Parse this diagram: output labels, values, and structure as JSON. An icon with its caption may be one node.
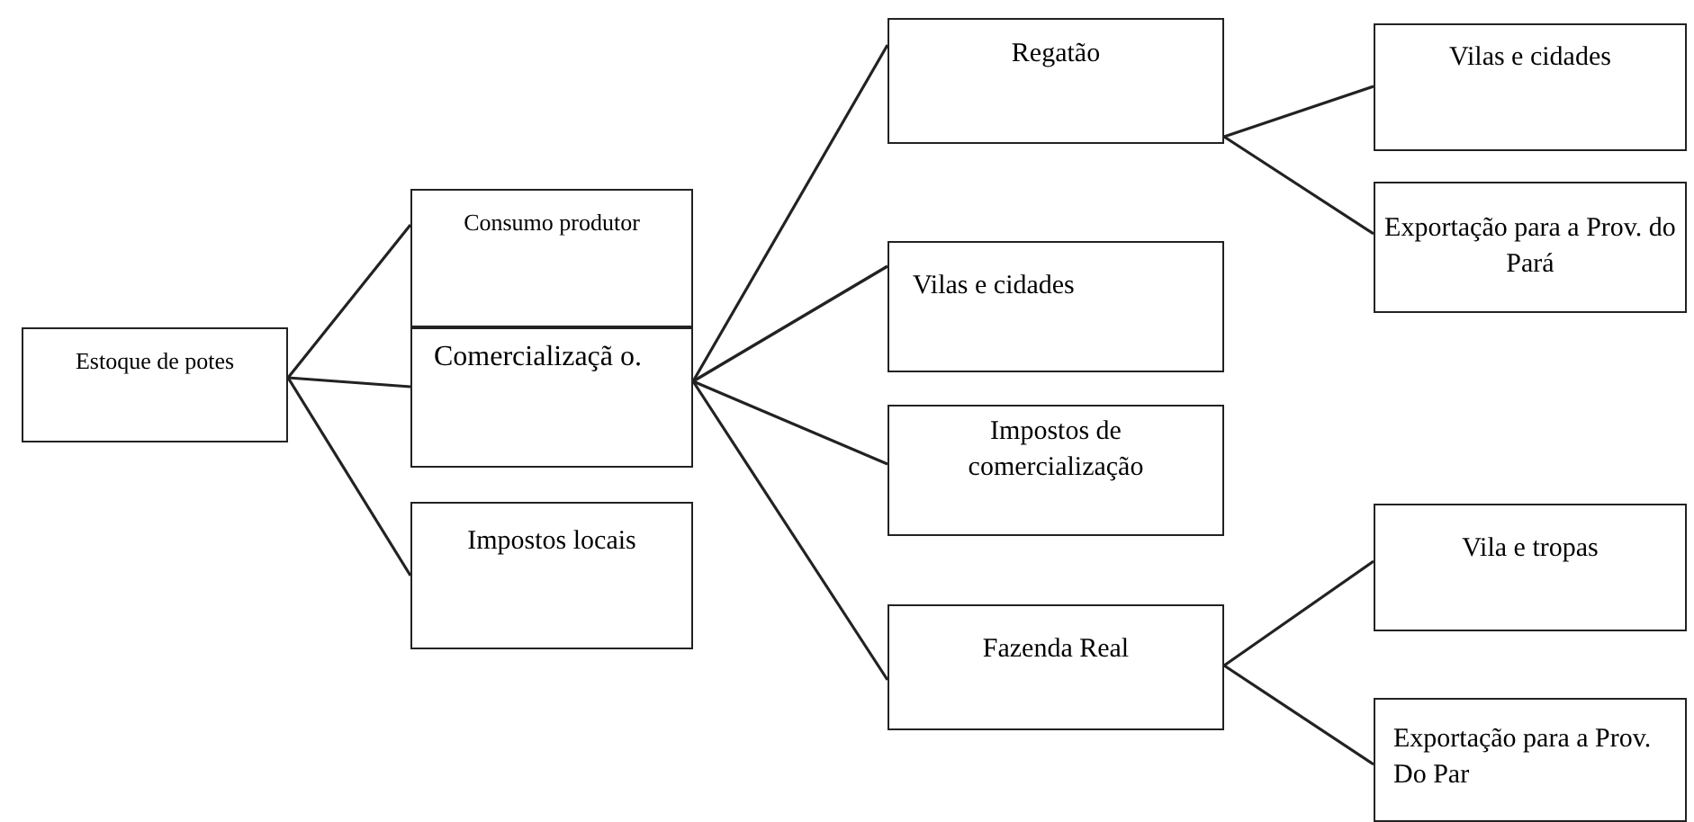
{
  "diagram": {
    "nodes": [
      {
        "text": [
          "Estoque de potes"
        ]
      },
      {
        "text": [
          "Consumo produtor"
        ]
      },
      {
        "text": [
          "Comercializaçã o."
        ]
      },
      {
        "text": [
          "Impostos locais"
        ]
      },
      {
        "text": [
          "Regatão"
        ]
      },
      {
        "text": [
          "Vilas e cidades"
        ]
      },
      {
        "text": [
          "Impostos de comercialização"
        ]
      },
      {
        "text": [
          "Fazenda Real"
        ]
      },
      {
        "text": [
          "Vilas e cidades"
        ]
      },
      {
        "text": [
          "Exportação para a Prov. do Pará"
        ]
      },
      {
        "text": [
          "Vila e tropas"
        ]
      },
      {
        "text": [
          "Exportação para a Prov. Do Par"
        ]
      }
    ],
    "edges": [
      {
        "from": 0,
        "to": 1,
        "arrow": "none"
      },
      {
        "from": 0,
        "to": 2,
        "arrow": "none"
      },
      {
        "from": 0,
        "to": 3,
        "arrow": "none"
      },
      {
        "from": 2,
        "to": 4,
        "arrow": "none"
      },
      {
        "from": 2,
        "to": 5,
        "arrow": "none"
      },
      {
        "from": 2,
        "to": 6,
        "arrow": "none"
      },
      {
        "from": 2,
        "to": 7,
        "arrow": "none"
      },
      {
        "from": 4,
        "to": 8,
        "arrow": "none"
      },
      {
        "from": 4,
        "to": 9,
        "arrow": "none"
      },
      {
        "from": 7,
        "to": 10,
        "arrow": "none"
      },
      {
        "from": 7,
        "to": 11,
        "arrow": "none"
      }
    ]
  }
}
